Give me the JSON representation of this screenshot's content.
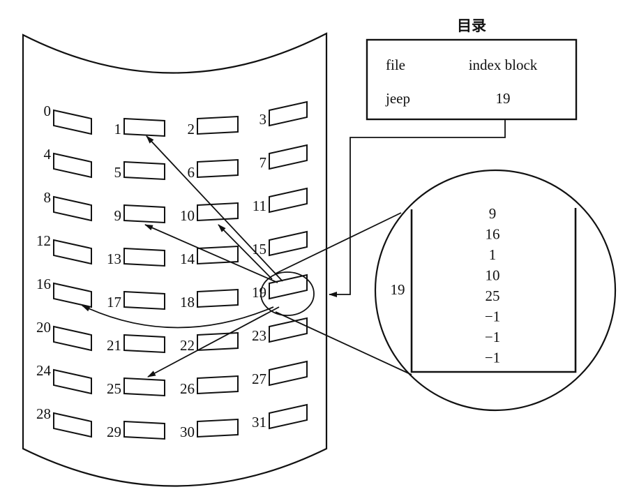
{
  "directory": {
    "title": "目录",
    "header": {
      "file": "file",
      "index_block": "index block"
    },
    "rows": [
      {
        "file": "jeep",
        "index_block": "19"
      }
    ]
  },
  "disk": {
    "block_count": 32,
    "block_labels": [
      "0",
      "1",
      "2",
      "3",
      "4",
      "5",
      "6",
      "7",
      "8",
      "9",
      "10",
      "11",
      "12",
      "13",
      "14",
      "15",
      "16",
      "17",
      "18",
      "19",
      "20",
      "21",
      "22",
      "23",
      "24",
      "25",
      "26",
      "27",
      "28",
      "29",
      "30",
      "31"
    ],
    "index_block": 19
  },
  "index_block_view": {
    "label": "19",
    "entries": [
      "9",
      "16",
      "1",
      "10",
      "25",
      "−1",
      "−1",
      "−1"
    ]
  },
  "pointers": [
    {
      "from": 19,
      "to": 9
    },
    {
      "from": 19,
      "to": 16
    },
    {
      "from": 19,
      "to": 1
    },
    {
      "from": 19,
      "to": 10
    },
    {
      "from": 19,
      "to": 25
    }
  ],
  "colors": {
    "ink": "#111111",
    "background": "#ffffff"
  }
}
